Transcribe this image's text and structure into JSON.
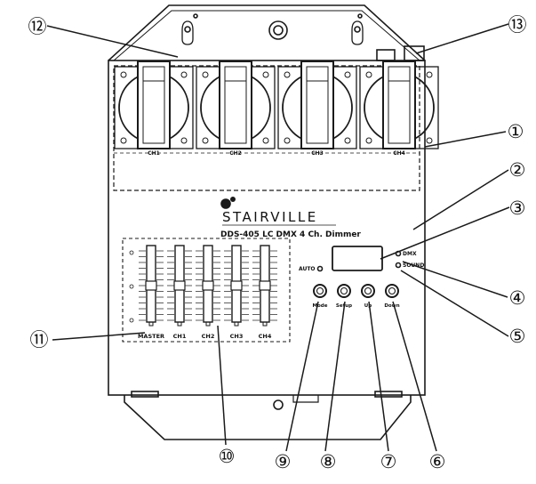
{
  "device": {
    "brand": "STAIRVILLE",
    "model": "DDS-405 LC DMX 4 Ch. Dimmer",
    "sockets": [
      "CH1",
      "CH2",
      "CH3",
      "CH4"
    ],
    "faders": [
      "MASTER",
      "CH1",
      "CH2",
      "CH3",
      "CH4"
    ],
    "indicators": {
      "auto": "AUTO",
      "dmx": "DMX",
      "sound": "SOUND"
    },
    "buttons": [
      "Mode",
      "Setup",
      "Up",
      "Down"
    ]
  },
  "callouts": [
    "⑫",
    "⑬",
    "①",
    "②",
    "③",
    "④",
    "⑤",
    "⑪",
    "⑩",
    "⑨",
    "⑧",
    "⑦",
    "⑥"
  ],
  "colors": {
    "line": "#1a1a1a",
    "fill": "#ffffff"
  }
}
